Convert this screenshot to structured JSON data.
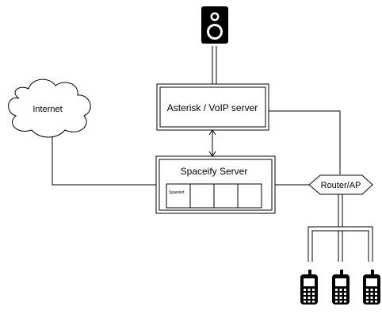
{
  "nodes": {
    "internet": {
      "label": "Internet",
      "shape": "cloud"
    },
    "asterisk": {
      "label": "Asterisk / VoIP server",
      "shape": "double-bordered-box"
    },
    "spaceify": {
      "label": "Spaceify Server",
      "shape": "double-bordered-box",
      "slots": [
        "Spacelet",
        "",
        "",
        ""
      ]
    },
    "router": {
      "label": "Router/AP",
      "shape": "hexagon"
    },
    "speaker": {
      "icon": "speaker-icon"
    },
    "phones": {
      "count": 3,
      "icon": "mobile-phone-icon"
    }
  },
  "edges": [
    {
      "from": "internet",
      "to": "spaceify",
      "style": "single-line"
    },
    {
      "from": "speaker",
      "to": "asterisk",
      "style": "double-line"
    },
    {
      "from": "asterisk",
      "to": "spaceify",
      "style": "bidirectional-arrow"
    },
    {
      "from": "asterisk",
      "to": "router",
      "style": "single-line"
    },
    {
      "from": "spaceify",
      "to": "router",
      "style": "single-line"
    },
    {
      "from": "router",
      "to": "phones",
      "style": "double-line"
    }
  ],
  "colors": {
    "stroke": "#000000",
    "background": "#ffffff"
  }
}
